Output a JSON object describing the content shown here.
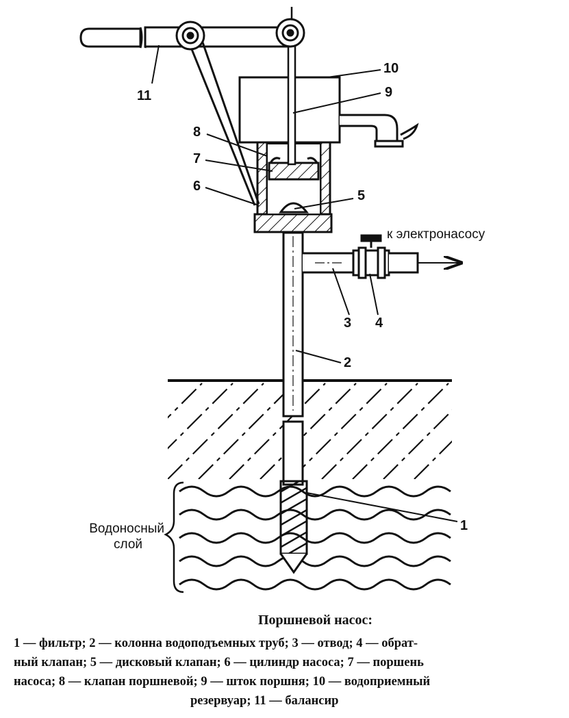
{
  "labels": {
    "n1": "1",
    "n2": "2",
    "n3": "3",
    "n4": "4",
    "n5": "5",
    "n6": "6",
    "n7": "7",
    "n8": "8",
    "n9": "9",
    "n10": "10",
    "n11": "11"
  },
  "annotation": "к электронасосу",
  "aquifer_label_line1": "Водоносный",
  "aquifer_label_line2": "слой",
  "caption": {
    "title": "Поршневой насос:",
    "line1": "1 — фильтр; 2 — колонна водоподъемных труб; 3 — отвод; 4 — обрат-",
    "line2": "ный клапан; 5 — дисковый клапан; 6 — цилиндр насоса; 7 — поршень",
    "line3": "насоса; 8 — клапан поршневой; 9 — шток поршня; 10 — водоприемный",
    "line4": "резервуар; 11 — балансир"
  },
  "colors": {
    "ink": "#111111",
    "paper": "#ffffff"
  }
}
